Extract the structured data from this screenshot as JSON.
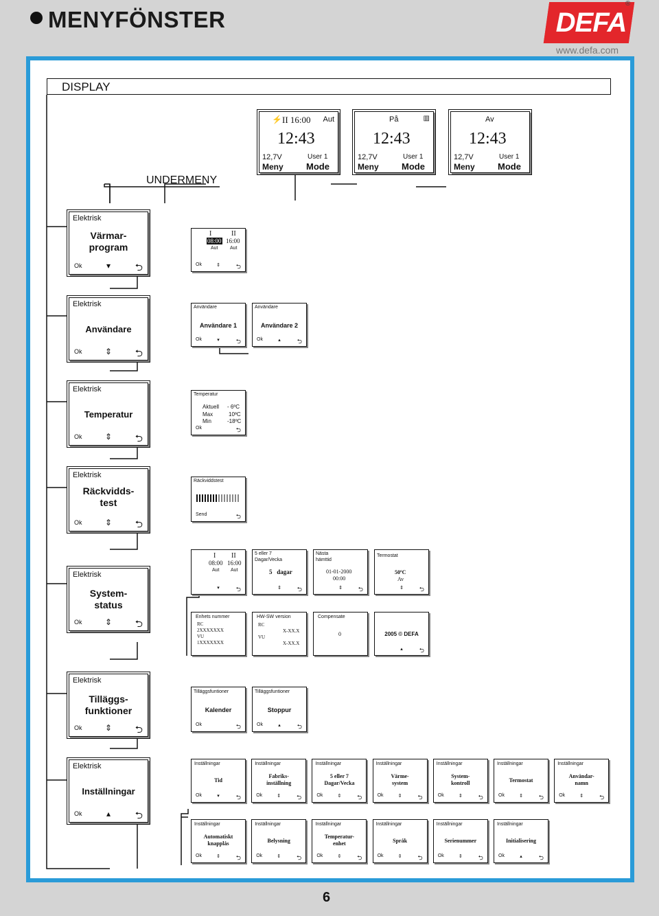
{
  "header": {
    "title": "MENYFÖNSTER",
    "logo": "DEFA",
    "reg": "®",
    "url": "www.defa.com",
    "page": "6"
  },
  "display": {
    "label": "DISPLAY",
    "undermeny": "UNDERMENY",
    "screens": [
      {
        "top": "II 16:00",
        "top_right": "Aut",
        "time": "12:43",
        "volt": "12,7V",
        "user": "User 1",
        "meny": "Meny",
        "mode": "Mode",
        "icon": "plug-icon"
      },
      {
        "top": "På",
        "time": "12:43",
        "volt": "12,7V",
        "user": "User 1",
        "meny": "Meny",
        "mode": "Mode",
        "icon": "heater-icon"
      },
      {
        "top": "Av",
        "time": "12:43",
        "volt": "12,7V",
        "user": "User 1",
        "meny": "Meny",
        "mode": "Mode"
      }
    ]
  },
  "common": {
    "elektrisk": "Elektrisk",
    "ok": "Ok",
    "up_down": "⇕",
    "down": "▾",
    "up": "▴",
    "back": "⮌"
  },
  "menus": {
    "varmar": {
      "line1": "Värmar-",
      "line2": "program"
    },
    "anvandare": "Användare",
    "temperatur": "Temperatur",
    "rackvidd": {
      "line1": "Räckvidds-",
      "line2": "test"
    },
    "system": {
      "line1": "System-",
      "line2": "status"
    },
    "tillagg": {
      "line1": "Tilläggs-",
      "line2": "funktioner"
    },
    "installningar": "Inställningar"
  },
  "varmar_sub": {
    "I": "I",
    "II": "II",
    "t1": "08:00",
    "t2": "16:00",
    "a1": "Aut",
    "a2": "Aut"
  },
  "anv_sub": [
    {
      "head": "Användare",
      "body": "Användare 1"
    },
    {
      "head": "Användare",
      "body": "Användare 2"
    }
  ],
  "temp_sub": {
    "head": "Temperatur",
    "rows": [
      [
        "Aktuell",
        "- 6ºC"
      ],
      [
        "Max",
        "10ºC"
      ],
      [
        "Min",
        "-18ºC"
      ]
    ]
  },
  "rack_sub": {
    "head": "Räckviddstest",
    "send": "Send",
    "bar_level": 0.5
  },
  "sys_sub": {
    "row1": [
      {
        "I": "I",
        "II": "II",
        "t1": "08:00",
        "t2": "16:00",
        "a1": "Aut",
        "a2": "Aut"
      },
      {
        "head1": "5 eller 7",
        "head2": "Dagar/Vecka",
        "body": "5   dagar"
      },
      {
        "head1": "Nästa",
        "head2": "hämttid",
        "l1": "01-01-2000",
        "l2": "00:00"
      },
      {
        "head": "Termostat",
        "l1": "50ºC",
        "l2": "Av"
      }
    ],
    "row2": [
      {
        "head": "Enhets nummer",
        "l1": "RC",
        "l2": "2XXXXXXX",
        "l3": "VU",
        "l4": "1XXXXXXX"
      },
      {
        "head": "HW-SW version",
        "l1": "RC",
        "l2": "X-XX.X",
        "l3": "VU",
        "l4": "X-XX.X"
      },
      {
        "head": "Compensate",
        "body": "0"
      },
      {
        "body": "2005 © DEFA"
      }
    ]
  },
  "till_sub": [
    {
      "head": "Tilläggsfuntioner",
      "body": "Kalender"
    },
    {
      "head": "Tilläggsfuntioner",
      "body": "Stoppur"
    }
  ],
  "inst_sub": {
    "head": "Inställningar",
    "row1": [
      [
        "Tid"
      ],
      [
        "Fabriks-",
        "inställning"
      ],
      [
        "5 eller 7",
        "Dagar/Vecka"
      ],
      [
        "Värme-",
        "system"
      ],
      [
        "System-",
        "kontroll"
      ],
      [
        "Termostat"
      ],
      [
        "Användar-",
        "namn"
      ]
    ],
    "row2": [
      [
        "Automatiskt",
        "knapplås"
      ],
      [
        "Belysning"
      ],
      [
        "Temperatur-",
        "enhet"
      ],
      [
        "Språk"
      ],
      [
        "Serienummer"
      ],
      [
        "Initialisering"
      ]
    ]
  }
}
